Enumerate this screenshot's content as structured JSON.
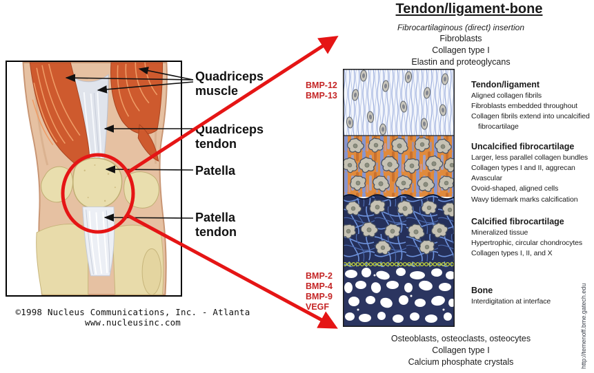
{
  "colors": {
    "accent_red": "#e51515",
    "factor_red": "#c42525",
    "navy": "#2b3560"
  },
  "knee": {
    "labels": [
      "Quadriceps muscle",
      "Quadriceps tendon",
      "Patella",
      "Patella tendon"
    ],
    "credit1": "©1998 Nucleus Communications, Inc. - Atlanta",
    "credit2": "www.nucleusinc.com"
  },
  "right": {
    "title": "Tendon/ligament-bone",
    "insertion_italic": "Fibrocartilaginous (direct) insertion",
    "insertion_lines": [
      "Fibroblasts",
      "Collagen type I",
      "Elastin and proteoglycans"
    ],
    "factors_top": [
      "BMP-12",
      "BMP-13"
    ],
    "factors_bottom": [
      "BMP-2",
      "BMP-4",
      "BMP-9",
      "VEGF"
    ],
    "layers": [
      {
        "name": "Tendon/ligament",
        "details": [
          "Aligned collagen fibrils",
          "Fibroblasts embedded throughout",
          "Collagen fibrils extend into uncalcified",
          "fibrocartilage"
        ]
      },
      {
        "name": "Uncalcified fibrocartilage",
        "details": [
          "Larger, less parallel collagen bundles",
          "Collagen types I and II, aggrecan",
          "Avascular",
          "Ovoid-shaped, aligned cells"
        ],
        "note": "Wavy tidemark marks calcification"
      },
      {
        "name": "Calcified fibrocartilage",
        "details": [
          "Mineralized tissue",
          "Hypertrophic, circular chondrocytes",
          "Collagen types I, II, and X"
        ]
      },
      {
        "name": "Bone",
        "details": [
          "Interdigitation at interface"
        ]
      }
    ],
    "bottom_lines": [
      "Osteoblasts, osteoclasts, osteocytes",
      "Collagen type I",
      "Calcium phosphate crystals"
    ]
  },
  "source": "http://temenoff.bme.gatech.edu"
}
